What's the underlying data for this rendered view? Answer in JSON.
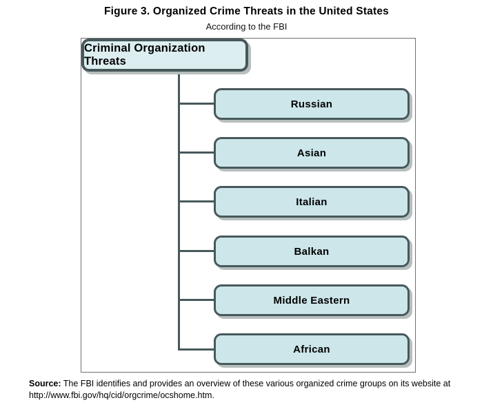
{
  "figure": {
    "title": "Figure 3. Organized Crime Threats in the United States",
    "subtitle": "According to the FBI"
  },
  "diagram": {
    "root": {
      "label": "Criminal Organization Threats"
    },
    "children": [
      {
        "label": "Russian"
      },
      {
        "label": "Asian"
      },
      {
        "label": "Italian"
      },
      {
        "label": "Balkan"
      },
      {
        "label": "Middle Eastern"
      },
      {
        "label": "African"
      }
    ]
  },
  "source": {
    "label": "Source:",
    "line1": "The FBI identifies and provides an overview of these various organized crime groups on its website at",
    "line2": "http://www.fbi.gov/hq/cid/orgcrime/ocshome.htm."
  },
  "colors": {
    "node_fill": "#cce6ea",
    "root_fill": "#ddeef1",
    "node_border": "#47585b",
    "connector": "#47585b",
    "frame_border": "#6f6f6f",
    "shadow": "#b7bebe"
  }
}
